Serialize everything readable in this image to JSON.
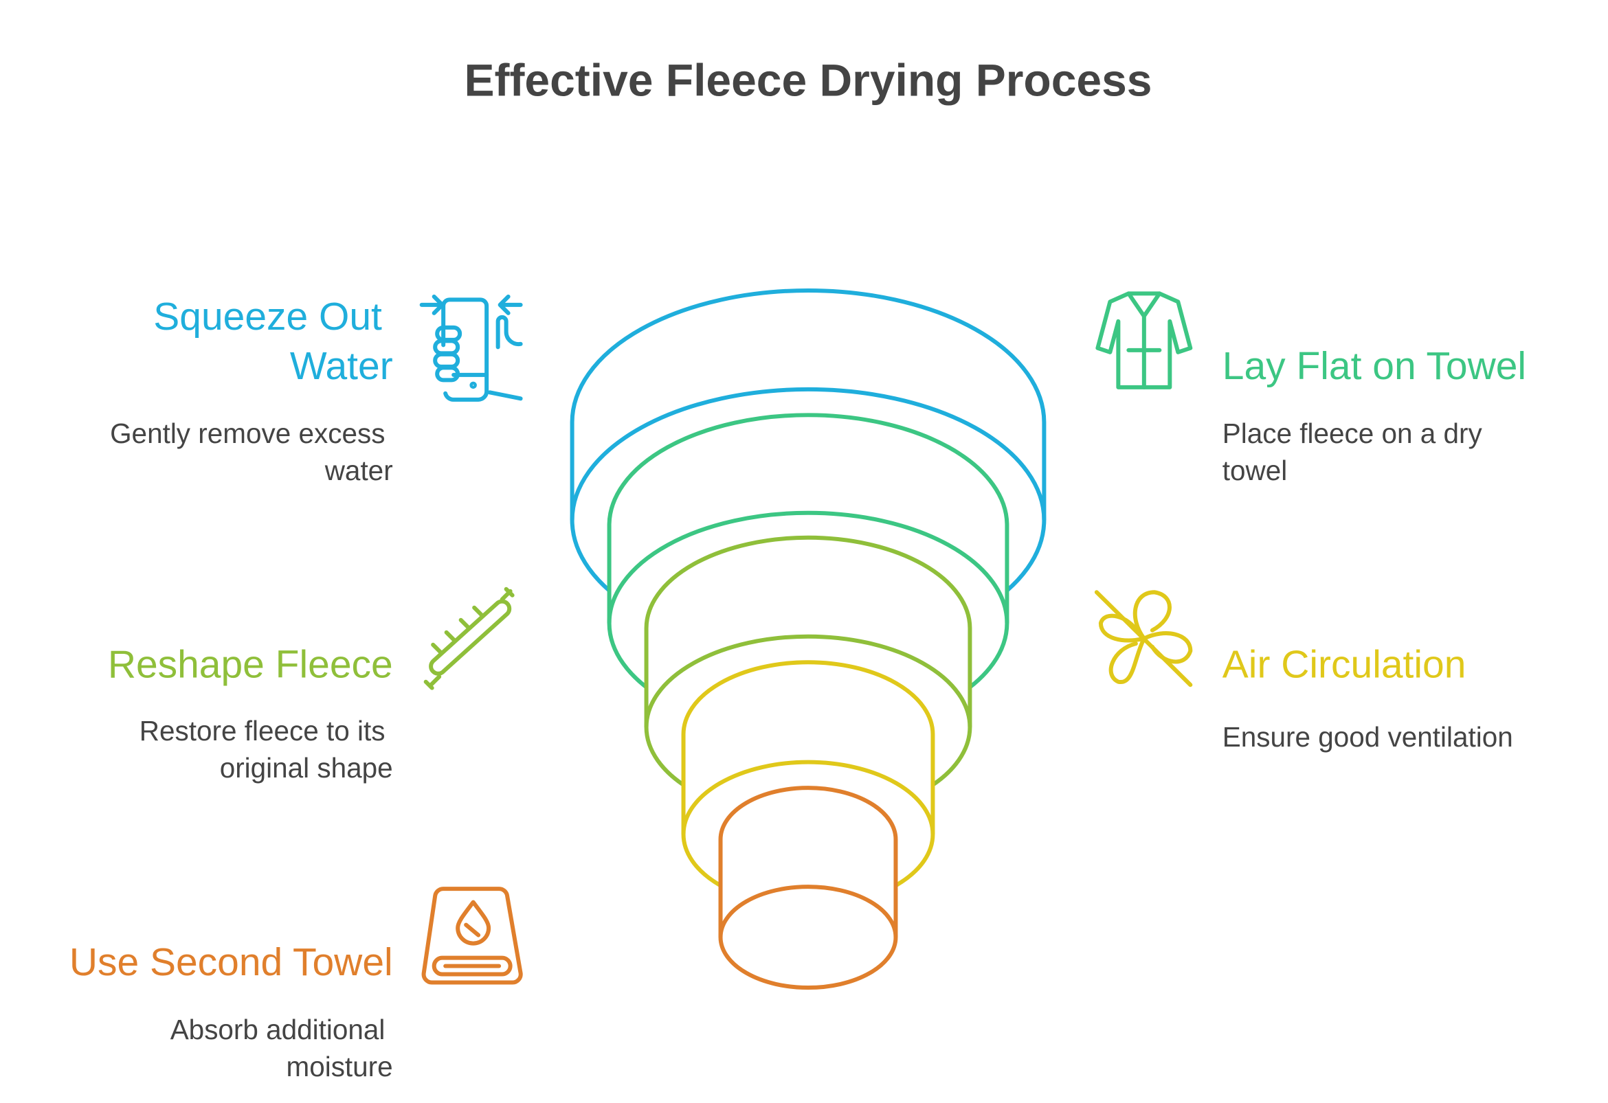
{
  "title": "Effective Fleece Drying Process",
  "colors": {
    "blue": "#1FAEDC",
    "green": "#3CC683",
    "lime": "#8FBF3A",
    "yellow": "#E0C81A",
    "orange": "#E07F2C",
    "text": "#444444"
  },
  "steps": [
    {
      "title_lines": [
        "Squeeze Out",
        "Water"
      ],
      "desc_lines": [
        "Gently remove excess",
        "water"
      ],
      "icon": "hand-squeeze-phone-icon",
      "color": "#1FAEDC"
    },
    {
      "title_lines": [
        "Lay Flat on Towel"
      ],
      "desc_lines": [
        "Place fleece on a dry",
        "towel"
      ],
      "icon": "robe-icon",
      "color": "#3CC683"
    },
    {
      "title_lines": [
        "Reshape Fleece"
      ],
      "desc_lines": [
        "Restore fleece to its",
        "original shape"
      ],
      "icon": "ruler-icon",
      "color": "#8FBF3A"
    },
    {
      "title_lines": [
        "Air Circulation"
      ],
      "desc_lines": [
        "Ensure good ventilation"
      ],
      "icon": "fan-off-icon",
      "color": "#E0C81A"
    },
    {
      "title_lines": [
        "Use Second Towel"
      ],
      "desc_lines": [
        "Absorb additional",
        "moisture"
      ],
      "icon": "towel-drop-icon",
      "color": "#E07F2C"
    }
  ]
}
